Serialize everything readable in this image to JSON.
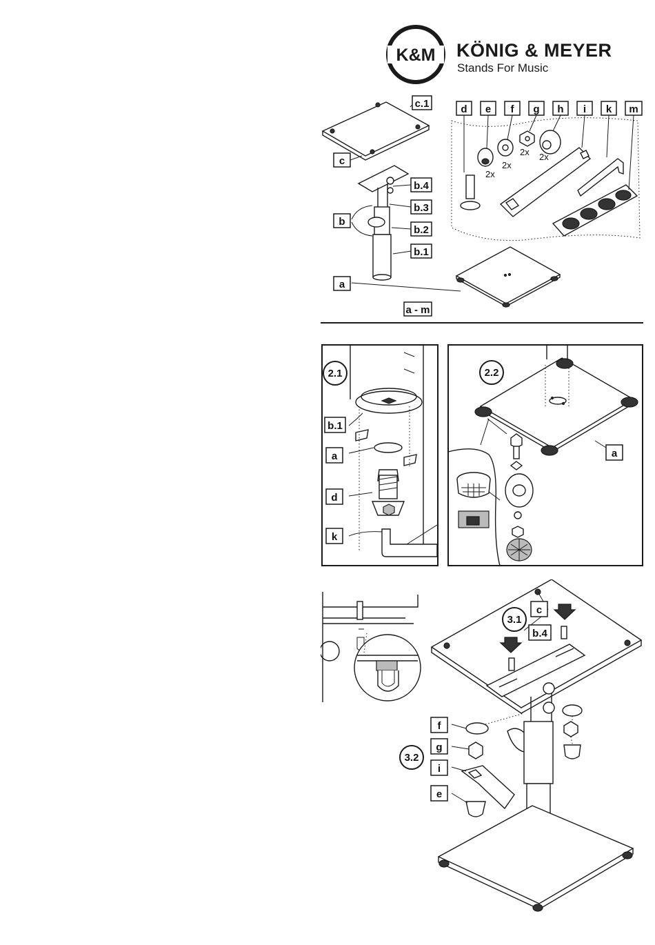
{
  "brand": {
    "logo_text": "K&M",
    "name": "KÖNIG & MEYER",
    "tagline": "Stands For Music"
  },
  "parts": {
    "labels": [
      "c.1",
      "c",
      "b.4",
      "b.3",
      "b",
      "b.2",
      "b.1",
      "a",
      "a - m",
      "d",
      "e",
      "f",
      "g",
      "h",
      "i",
      "k",
      "m"
    ],
    "quantities": {
      "e": "2x",
      "f": "2x",
      "g": "2x",
      "h": "2x"
    }
  },
  "step2": {
    "fig1": {
      "step": "2.1",
      "labels": [
        "b.1",
        "a",
        "d",
        "k"
      ]
    },
    "fig2": {
      "step": "2.2",
      "labels": [
        "a"
      ]
    }
  },
  "step3": {
    "steps": [
      "3.1",
      "3.2"
    ],
    "labels": [
      "c",
      "b.4",
      "f",
      "g",
      "i",
      "e"
    ]
  },
  "icons": [
    "km-logo-icon",
    "arrow-down-icon"
  ]
}
